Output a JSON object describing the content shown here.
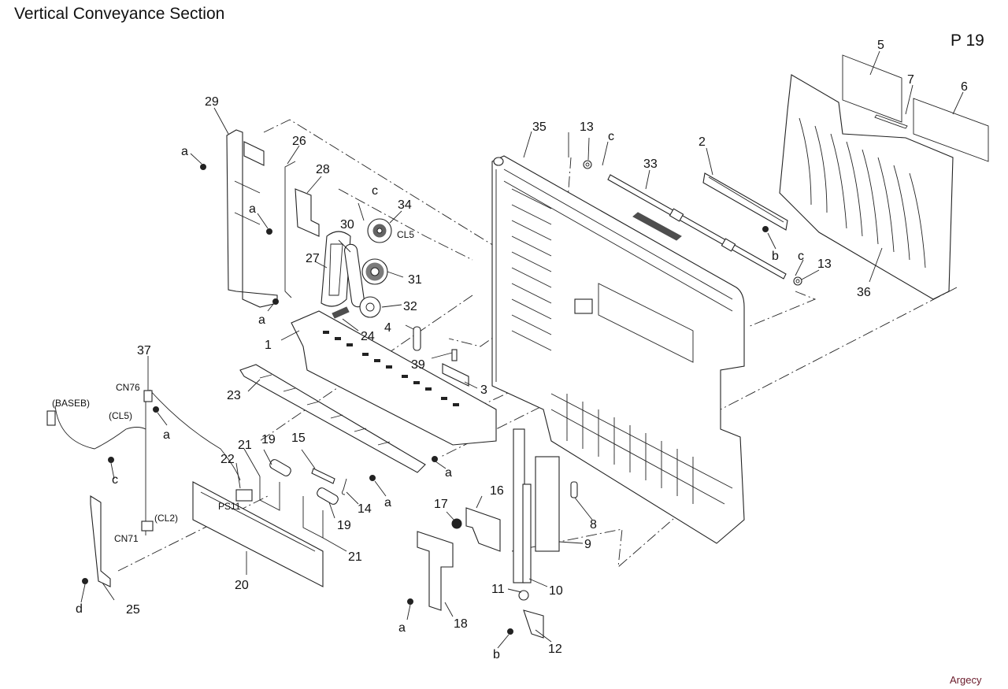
{
  "header": {
    "title": "Vertical Conveyance Section",
    "page": "P 19"
  },
  "watermark": "Argecy",
  "diagram": {
    "callouts": [
      {
        "id": "1",
        "label": "1"
      },
      {
        "id": "2",
        "label": "2"
      },
      {
        "id": "3",
        "label": "3"
      },
      {
        "id": "4",
        "label": "4"
      },
      {
        "id": "5",
        "label": "5"
      },
      {
        "id": "6",
        "label": "6"
      },
      {
        "id": "7",
        "label": "7"
      },
      {
        "id": "8",
        "label": "8"
      },
      {
        "id": "9",
        "label": "9"
      },
      {
        "id": "10",
        "label": "10"
      },
      {
        "id": "11",
        "label": "11"
      },
      {
        "id": "12",
        "label": "12"
      },
      {
        "id": "13a",
        "label": "13"
      },
      {
        "id": "13b",
        "label": "13"
      },
      {
        "id": "14",
        "label": "14"
      },
      {
        "id": "15",
        "label": "15"
      },
      {
        "id": "16",
        "label": "16"
      },
      {
        "id": "17",
        "label": "17"
      },
      {
        "id": "18",
        "label": "18"
      },
      {
        "id": "19a",
        "label": "19"
      },
      {
        "id": "19b",
        "label": "19"
      },
      {
        "id": "20",
        "label": "20"
      },
      {
        "id": "21a",
        "label": "21"
      },
      {
        "id": "21b",
        "label": "21"
      },
      {
        "id": "22",
        "label": "22"
      },
      {
        "id": "23",
        "label": "23"
      },
      {
        "id": "24",
        "label": "24"
      },
      {
        "id": "25",
        "label": "25"
      },
      {
        "id": "26",
        "label": "26"
      },
      {
        "id": "27",
        "label": "27"
      },
      {
        "id": "28",
        "label": "28"
      },
      {
        "id": "29",
        "label": "29"
      },
      {
        "id": "30",
        "label": "30"
      },
      {
        "id": "31",
        "label": "31"
      },
      {
        "id": "32",
        "label": "32"
      },
      {
        "id": "33",
        "label": "33"
      },
      {
        "id": "34",
        "label": "34"
      },
      {
        "id": "35",
        "label": "35"
      },
      {
        "id": "36",
        "label": "36"
      },
      {
        "id": "37",
        "label": "37"
      },
      {
        "id": "39",
        "label": "39"
      }
    ],
    "screws": [
      {
        "id": "a1",
        "label": "a"
      },
      {
        "id": "a2",
        "label": "a"
      },
      {
        "id": "a3",
        "label": "a"
      },
      {
        "id": "a4",
        "label": "a"
      },
      {
        "id": "a5",
        "label": "a"
      },
      {
        "id": "a6",
        "label": "a"
      },
      {
        "id": "a7",
        "label": "a"
      },
      {
        "id": "b1",
        "label": "b"
      },
      {
        "id": "b2",
        "label": "b"
      },
      {
        "id": "c1",
        "label": "c"
      },
      {
        "id": "c2",
        "label": "c"
      },
      {
        "id": "c3",
        "label": "c"
      },
      {
        "id": "c4",
        "label": "c"
      },
      {
        "id": "d1",
        "label": "d"
      }
    ],
    "connectors": {
      "cl5_gear": "CL5",
      "cn76": "CN76",
      "baseb": "(BASEB)",
      "cl5": "(CL5)",
      "cl2": "(CL2)",
      "cn71": "CN71",
      "ps11": "PS11"
    }
  }
}
